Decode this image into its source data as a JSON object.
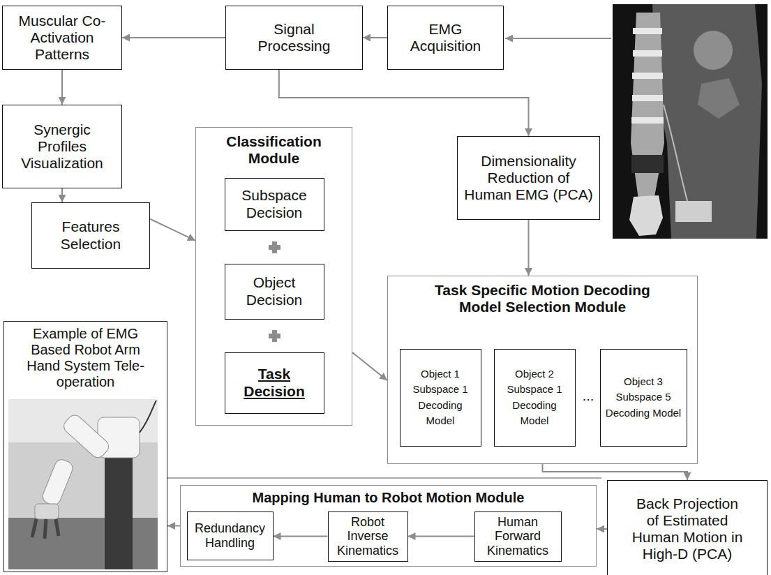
{
  "diagram": {
    "nodes": [
      {
        "text": [
          "Muscular Co-Activation Patterns"
        ]
      },
      {
        "text": [
          "Signal Processing"
        ]
      },
      {
        "text": [
          "EMG Acquisition"
        ]
      },
      {
        "text": [
          "Synergic Profiles Visualization"
        ]
      },
      {
        "text": [
          "Classification Module"
        ]
      },
      {
        "text": [
          "Subspace Decision"
        ],
        "in": 4
      },
      {
        "text": [
          "Object Decision"
        ],
        "in": 4
      },
      {
        "text": [
          "Task Decision"
        ],
        "in": 4
      },
      {
        "text": [
          "Dimensionality Reduction of Human EMG (PCA)"
        ]
      },
      {
        "text": [
          "Features Selection"
        ]
      },
      {
        "text": [
          "Task Specific Motion Decoding Model Selection Module"
        ]
      },
      {
        "text": [
          "Object 1 Subspace 1 Decoding Model"
        ],
        "in": 10
      },
      {
        "text": [
          "Object 2 Subspace 1 Decoding Model"
        ],
        "in": 10
      },
      {
        "text": [
          "Object 3 Subspace 5 Decoding Model"
        ],
        "in": 10
      },
      {
        "text": [
          "Example of EMG Based Robot Arm Hand System Tele-operation"
        ]
      },
      {
        "text": [
          "Mapping Human to Robot Motion Module"
        ]
      },
      {
        "text": [
          "Redundancy Handling"
        ],
        "in": 15
      },
      {
        "text": [
          "Robot Inverse Kinematics"
        ],
        "in": 15
      },
      {
        "text": [
          "Human Forward Kinematics"
        ],
        "in": 15
      },
      {
        "text": [
          "Back Projection of Estimated Human Motion in High-D (PCA)"
        ]
      }
    ],
    "edges": [
      {
        "from": 2,
        "to": 1,
        "arrow": "to"
      },
      {
        "from": 1,
        "to": 0,
        "arrow": "to"
      },
      {
        "from": 0,
        "to": 3,
        "arrow": "to"
      },
      {
        "from": 3,
        "to": 9,
        "arrow": "to"
      },
      {
        "from": 9,
        "to": 4,
        "arrow": "to"
      },
      {
        "from": 1,
        "to": 8,
        "arrow": "to"
      },
      {
        "from": 8,
        "to": 10,
        "arrow": "to"
      },
      {
        "from": 4,
        "to": 10,
        "arrow": "to"
      },
      {
        "from": 10,
        "to": 19,
        "arrow": "to"
      },
      {
        "from": 19,
        "to": 15,
        "arrow": "to"
      },
      {
        "from": 15,
        "to": 14,
        "arrow": "to"
      },
      {
        "from": 18,
        "to": 17,
        "arrow": "to"
      },
      {
        "from": 17,
        "to": 16,
        "arrow": "to"
      }
    ],
    "labels": [
      "..."
    ]
  }
}
